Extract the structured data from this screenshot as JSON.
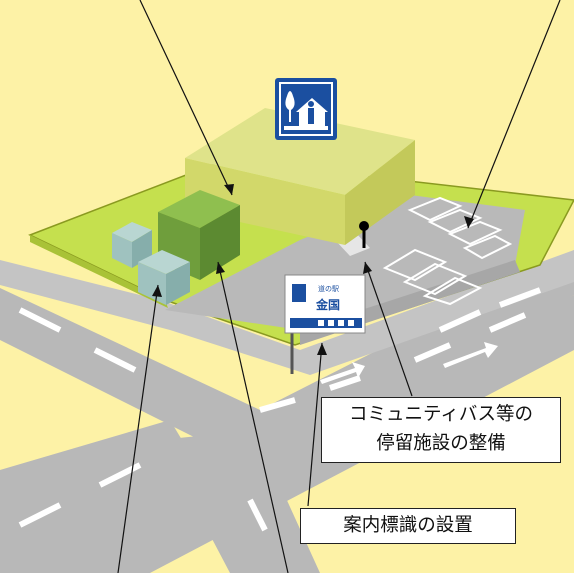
{
  "callouts": {
    "bus_stop": {
      "line1": "コミュニティバス等の",
      "line2": "停留施設の整備"
    },
    "guide_sign": {
      "text": "案内標識の設置"
    }
  },
  "sign_board": {
    "top_small": "道の駅",
    "main": "金国"
  },
  "colors": {
    "background": "#fdf2a6",
    "site_green": "#c5e04e",
    "road_gray": "#b8b8b8",
    "parking_gray": "#b9b9b9",
    "building": "#d7e07a",
    "sign_blue": "#1b4fa0"
  },
  "icons": {
    "michinoeki_logo": "michi-no-eki-icon",
    "bus_stop_pole": "bus-stop-pole-icon"
  }
}
